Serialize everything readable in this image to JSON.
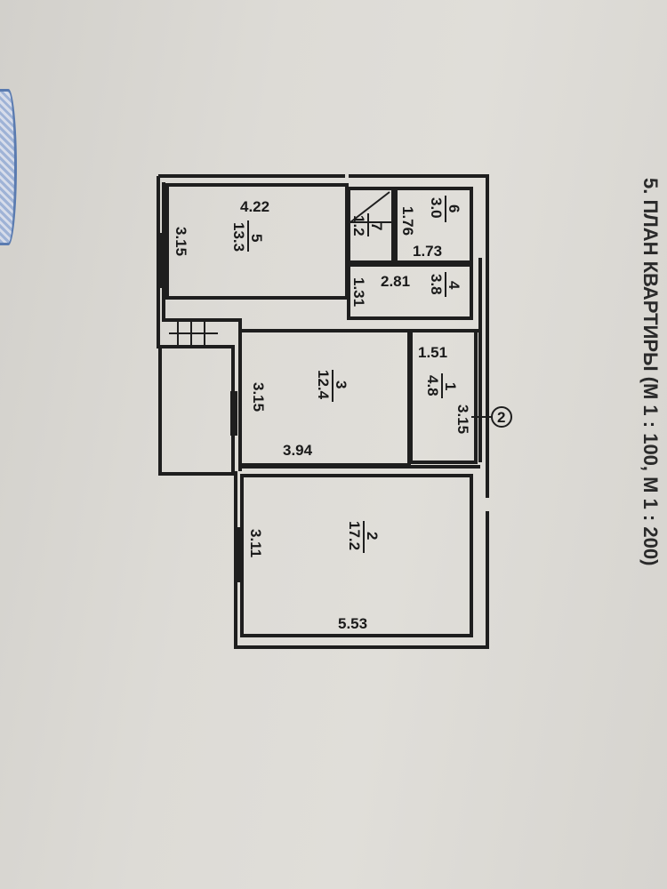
{
  "title": "5. ПЛАН КВАРТИРЫ (М 1 : 100, М 1 : 200)",
  "marker": "2",
  "rooms": {
    "r5": {
      "num": "5",
      "area": "13.3",
      "width": "4.22",
      "length": "3.15"
    },
    "r7": {
      "num": "7",
      "area": "1.2"
    },
    "r6": {
      "num": "6",
      "area": "3.0",
      "d1": "1.76",
      "d2": "1.73"
    },
    "r4": {
      "num": "4",
      "area": "3.8",
      "d1": "2.81",
      "d2": "1.31"
    },
    "r3": {
      "num": "3",
      "area": "12.4",
      "d1": "3.15",
      "d2": "3.94"
    },
    "r1": {
      "num": "1",
      "area": "4.8",
      "d1": "1.51",
      "d2": "3.15"
    },
    "r2": {
      "num": "2",
      "area": "17.2",
      "d1": "3.11",
      "d2": "5.53"
    }
  }
}
